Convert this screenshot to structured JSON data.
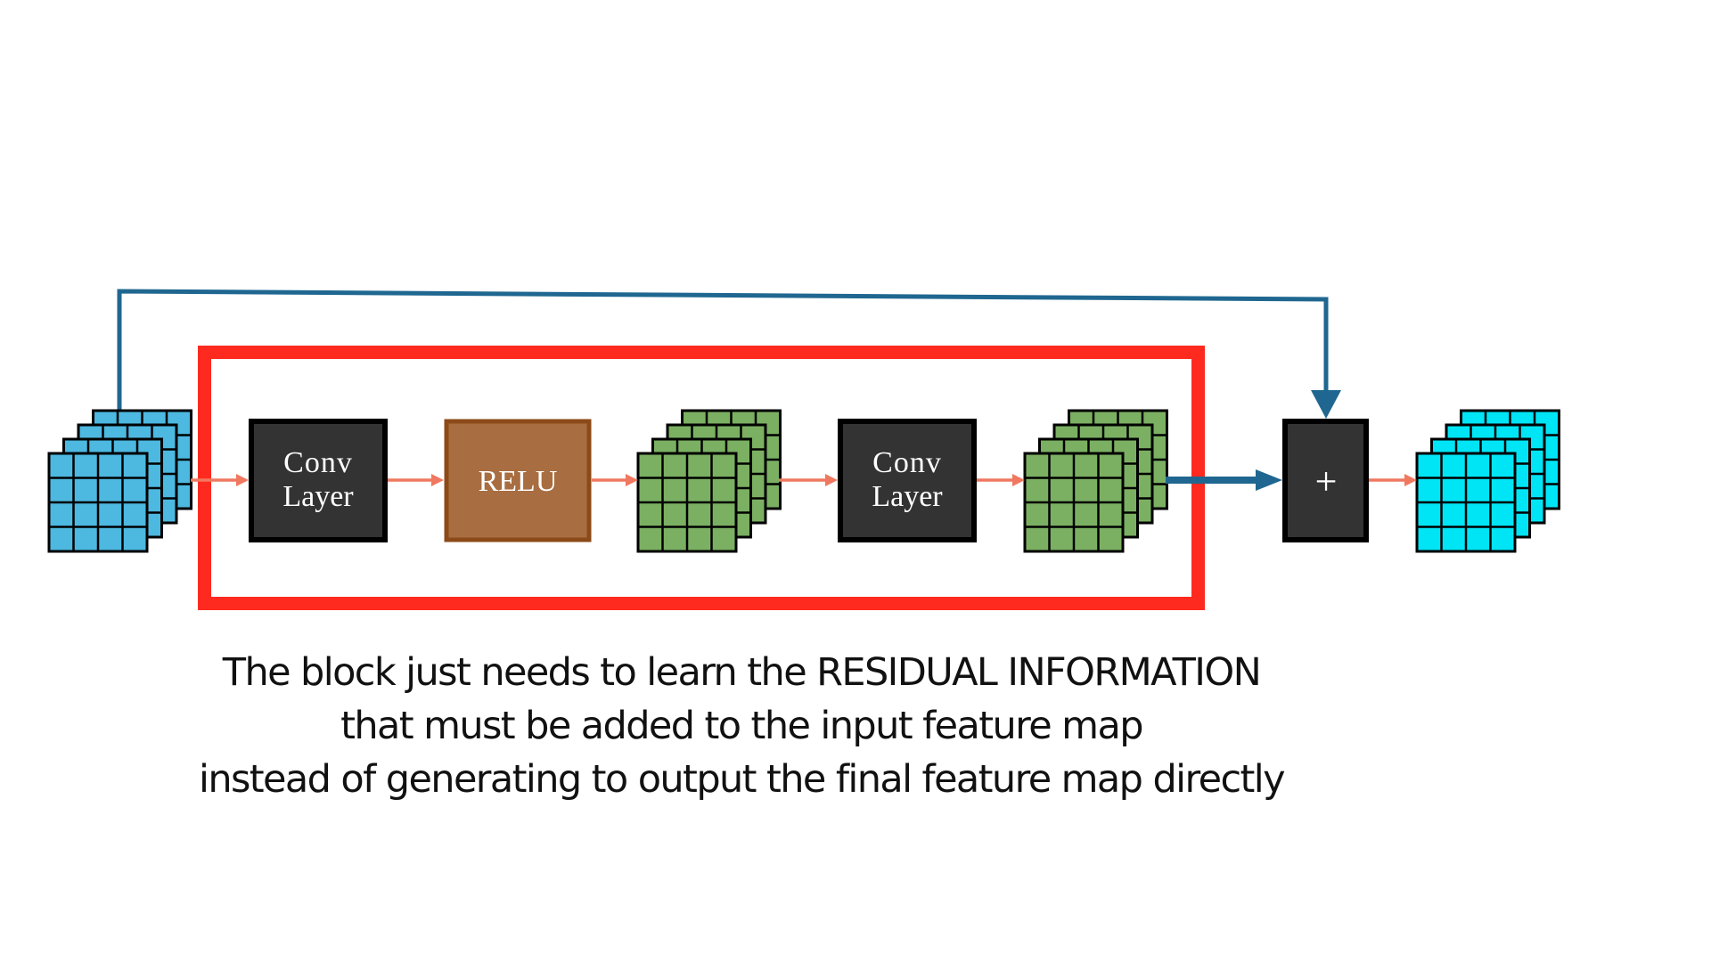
{
  "diagram": {
    "nodes": {
      "input": {
        "kind": "feature-map-stack",
        "color": "#4DB8E0"
      },
      "conv1": {
        "label_lines": [
          "Conv",
          "Layer"
        ],
        "fill": "#333333",
        "border": "#000000"
      },
      "relu": {
        "label": "RELU",
        "fill": "#A86D40",
        "border": "#8B4A18"
      },
      "fmap1": {
        "kind": "feature-map-stack",
        "color": "#7BB062"
      },
      "conv2": {
        "label_lines": [
          "Conv",
          "Layer"
        ],
        "fill": "#333333",
        "border": "#000000"
      },
      "fmap2": {
        "kind": "feature-map-stack",
        "color": "#7BB062"
      },
      "add": {
        "label": "+",
        "fill": "#333333",
        "border": "#000000"
      },
      "output": {
        "kind": "feature-map-stack",
        "color": "#00E5F5"
      }
    },
    "edges": [
      {
        "from": "input",
        "to": "conv1",
        "color": "#F07860"
      },
      {
        "from": "conv1",
        "to": "relu",
        "color": "#F07860"
      },
      {
        "from": "relu",
        "to": "fmap1",
        "color": "#F07860"
      },
      {
        "from": "fmap1",
        "to": "conv2",
        "color": "#F07860"
      },
      {
        "from": "conv2",
        "to": "fmap2",
        "color": "#F07860"
      },
      {
        "from": "fmap2",
        "to": "add",
        "color": "#1F6790"
      },
      {
        "from": "input",
        "to": "add",
        "kind": "skip-connection",
        "color": "#1F6790"
      },
      {
        "from": "add",
        "to": "output",
        "color": "#F07860"
      }
    ],
    "highlight_box_color": "#FF2A1F"
  },
  "caption": {
    "lines": [
      "The block just needs to learn the RESIDUAL INFORMATION",
      "that must be added to the input feature map",
      "instead of generating to output the final feature map directly"
    ]
  }
}
